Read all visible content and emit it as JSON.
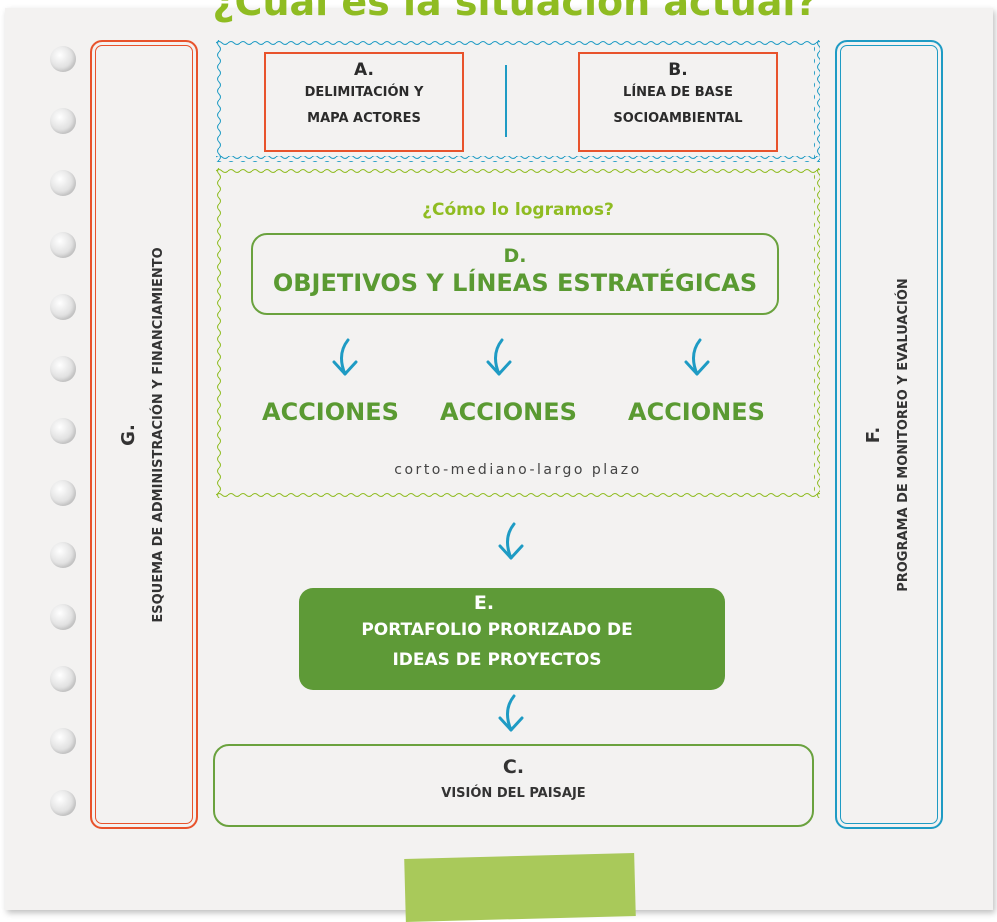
{
  "title": "¿Cuál es la situación actual?",
  "colors": {
    "green": "#5e9a37",
    "light_green": "#8fbc22",
    "orange": "#e8532c",
    "blue": "#1e9bc4"
  },
  "side_left": {
    "letter": "G.",
    "label": "ESQUEMA DE ADMINISTRACIÓN Y FINANCIAMIENTO"
  },
  "side_right": {
    "letter": "F.",
    "label": "PROGRAMA DE MONITOREO Y EVALUACIÓN"
  },
  "box_a": {
    "letter": "A.",
    "line1": "DELIMITACIÓN Y",
    "line2": "MAPA ACTORES"
  },
  "box_b": {
    "letter": "B.",
    "line1": "LÍNEA DE BASE",
    "line2": "SOCIOAMBIENTAL"
  },
  "how_title": "¿Cómo lo logramos?",
  "box_d": {
    "letter": "D.",
    "label": "OBJETIVOS Y LÍNEAS ESTRATÉGICAS"
  },
  "actions": [
    "ACCIONES",
    "ACCIONES",
    "ACCIONES"
  ],
  "plazo": "corto-mediano-largo plazo",
  "box_e": {
    "letter": "E.",
    "line1": "PORTAFOLIO PRORIZADO DE",
    "line2": "IDEAS DE PROYECTOS"
  },
  "box_c": {
    "letter": "C.",
    "label": "VISIÓN DEL PAISAJE"
  }
}
